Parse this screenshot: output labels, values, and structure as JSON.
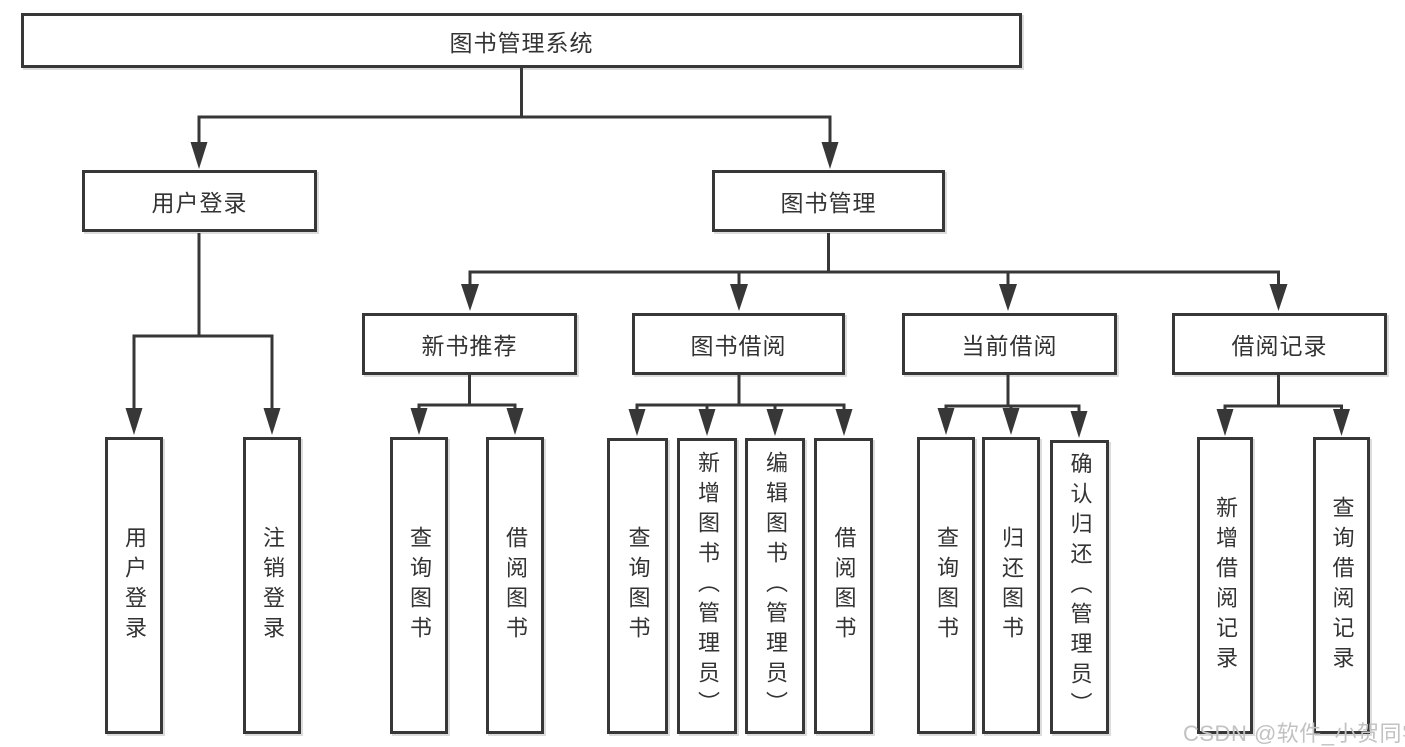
{
  "diagram": {
    "type": "hierarchy-tree",
    "root": {
      "label": "图书管理系统"
    },
    "level2": [
      {
        "id": "user-login",
        "label": "用户登录",
        "parent": "root"
      },
      {
        "id": "book-management",
        "label": "图书管理",
        "parent": "root"
      }
    ],
    "level3": [
      {
        "id": "new-book-recommend",
        "label": "新书推荐",
        "parent": "book-management"
      },
      {
        "id": "book-borrow",
        "label": "图书借阅",
        "parent": "book-management"
      },
      {
        "id": "current-borrow",
        "label": "当前借阅",
        "parent": "book-management"
      },
      {
        "id": "borrow-records",
        "label": "借阅记录",
        "parent": "book-management"
      }
    ],
    "leaves": [
      {
        "id": "login",
        "label": "用户登录",
        "parent": "user-login"
      },
      {
        "id": "logout",
        "label": "注销登录",
        "parent": "user-login"
      },
      {
        "id": "nbr-query-books",
        "label": "查询图书",
        "parent": "new-book-recommend"
      },
      {
        "id": "nbr-borrow-books",
        "label": "借阅图书",
        "parent": "new-book-recommend"
      },
      {
        "id": "bb-query-books",
        "label": "查询图书",
        "parent": "book-borrow"
      },
      {
        "id": "bb-add-books",
        "label": "新增图书（管理员）",
        "parent": "book-borrow"
      },
      {
        "id": "bb-edit-books",
        "label": "编辑图书（管理员）",
        "parent": "book-borrow"
      },
      {
        "id": "bb-borrow-books",
        "label": "借阅图书",
        "parent": "book-borrow"
      },
      {
        "id": "cb-query-books",
        "label": "查询图书",
        "parent": "current-borrow"
      },
      {
        "id": "cb-return-books",
        "label": "归还图书",
        "parent": "current-borrow"
      },
      {
        "id": "cb-confirm-return",
        "label": "确认归还（管理员）",
        "parent": "current-borrow"
      },
      {
        "id": "br-add-record",
        "label": "新增借阅记录",
        "parent": "borrow-records"
      },
      {
        "id": "br-query-record",
        "label": "查询借阅记录",
        "parent": "borrow-records"
      }
    ],
    "watermark": "CSDN @软件_小贺同学",
    "colors": {
      "line": "#373737",
      "box_border": "#373737",
      "box_fill": "#ffffff",
      "text": "#333333",
      "watermark": "#c2c2c2",
      "background": "#ffffff"
    }
  }
}
